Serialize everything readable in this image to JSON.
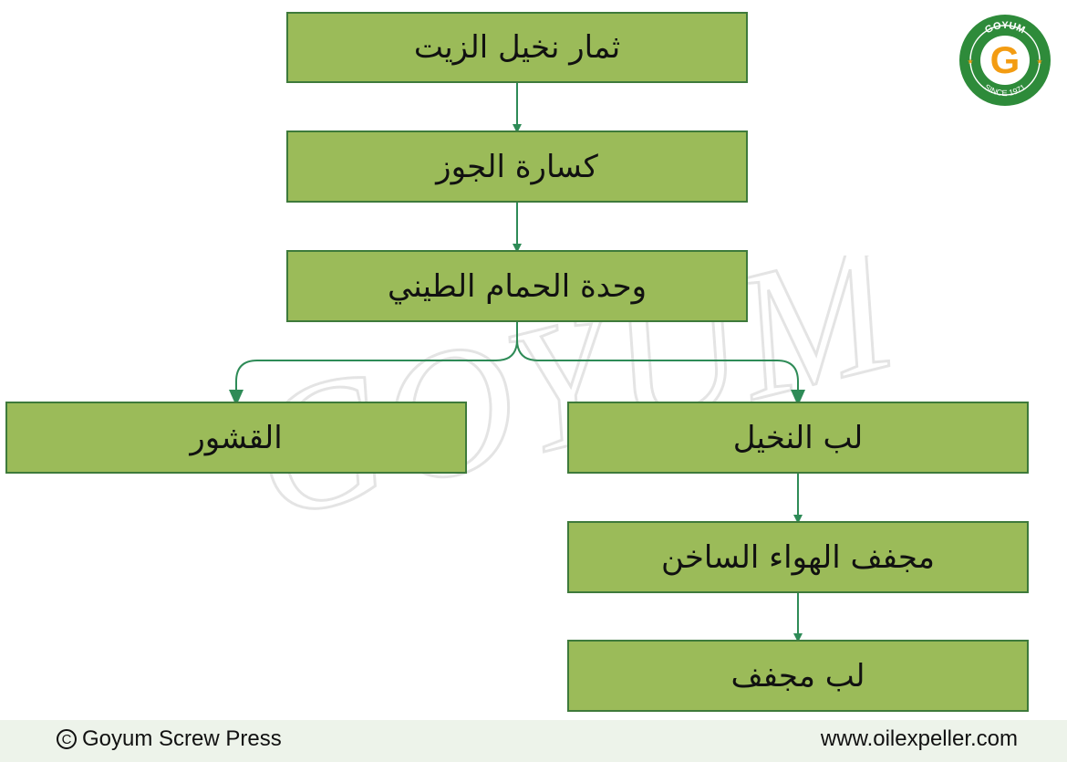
{
  "colors": {
    "box_fill": "#9bbb59",
    "box_border": "#3e7a3b",
    "connector": "#2e8b57",
    "logo_green": "#2e8b3a",
    "logo_orange": "#f39c12",
    "footer_bg": "#edf3ea"
  },
  "diagram": {
    "nodes": {
      "fruit": "ثمار نخيل الزيت",
      "cracker": "كسارة الجوز",
      "bath": "وحدة الحمام الطيني",
      "shells": "القشور",
      "kernel": "لب النخيل",
      "dryer": "مجفف الهواء الساخن",
      "dried": "لب مجفف"
    },
    "edges": [
      [
        "fruit",
        "cracker"
      ],
      [
        "cracker",
        "bath"
      ],
      [
        "bath",
        "shells"
      ],
      [
        "bath",
        "kernel"
      ],
      [
        "kernel",
        "dryer"
      ],
      [
        "dryer",
        "dried"
      ]
    ]
  },
  "logo": {
    "top_text": "GOYUM",
    "letter": "G",
    "bottom_text": "SINCE 1971"
  },
  "watermark": {
    "text": "GOYUM"
  },
  "footer": {
    "copyright_symbol": "C",
    "left_text": "Goyum Screw Press",
    "right_text": "www.oilexpeller.com"
  }
}
